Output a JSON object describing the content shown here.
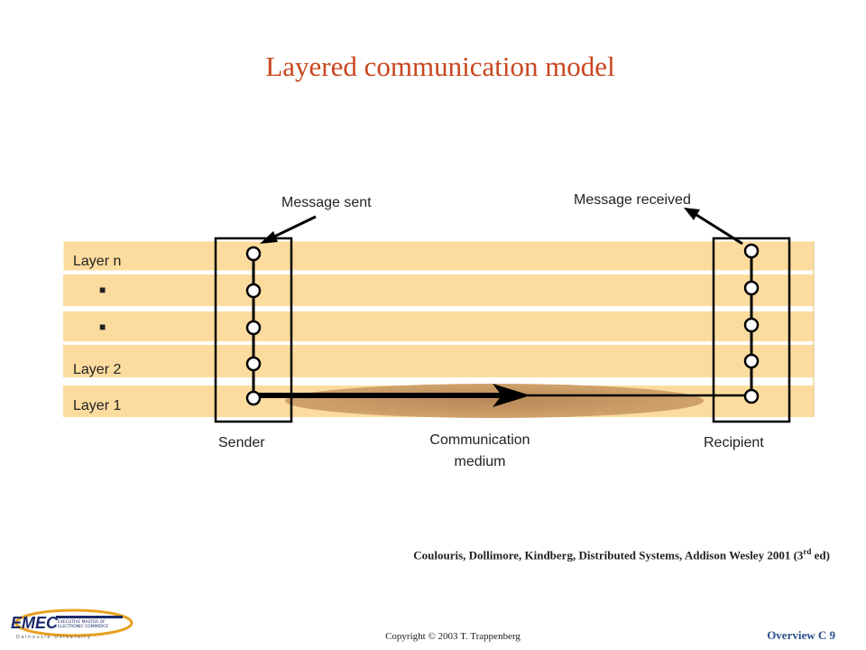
{
  "title": "Layered communication model",
  "diagram": {
    "layers": {
      "top": "Layer n",
      "layer2": "Layer 2",
      "layer1": "Layer 1",
      "ellipsis_marker": "■"
    },
    "message_sent": "Message sent",
    "message_received": "Message received",
    "sender": "Sender",
    "recipient": "Recipient",
    "medium_line1": "Communication",
    "medium_line2": "medium"
  },
  "citation": {
    "text": "Coulouris, Dollimore, Kindberg, Distributed Systems, Addison Wesley 2001 (3",
    "sup": "rd",
    "tail": " ed)"
  },
  "footer": {
    "copyright": "Copyright © 2003 T. Trappenberg",
    "slide": "Overview  C 9",
    "logo_text": "EMEC",
    "logo_subtext": "EXECUTIVE MASTER OF ELECTRONIC COMMERCE",
    "logo_footer": "Dalhousie · University"
  },
  "colors": {
    "title": "#c8461e",
    "layer_fill": "#fcdc9e",
    "medium_fill": "#c79a62",
    "slide_number": "#2a4f8a"
  }
}
